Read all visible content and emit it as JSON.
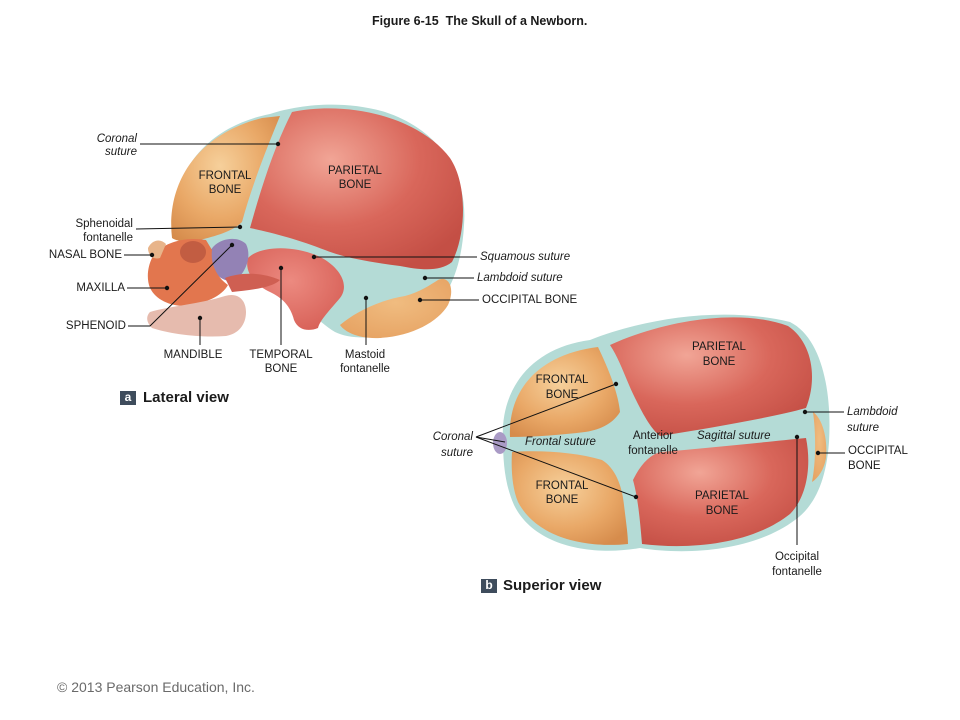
{
  "title": "Figure 6-15  The Skull of a Newborn.",
  "lateral": {
    "badge": "a",
    "caption": "Lateral view",
    "labels": {
      "coronal_suture": "Coronal\nsuture",
      "frontal_bone": "FRONTAL\nBONE",
      "parietal_bone": "PARIETAL\nBONE",
      "sphenoidal_fontanelle": "Sphenoidal\nfontanelle",
      "nasal_bone": "NASAL BONE",
      "maxilla": "MAXILLA",
      "sphenoid": "SPHENOID",
      "mandible": "MANDIBLE",
      "temporal_bone": "TEMPORAL\nBONE",
      "mastoid_fontanelle": "Mastoid\nfontanelle",
      "squamous_suture": "Squamous suture",
      "lambdoid_suture": "Lambdoid suture",
      "occipital_bone": "OCCIPITAL BONE"
    }
  },
  "superior": {
    "badge": "b",
    "caption": "Superior view",
    "labels": {
      "parietal_bone_top": "PARIETAL\nBONE",
      "frontal_bone_top": "FRONTAL\nBONE",
      "coronal_suture": "Coronal\nsuture",
      "frontal_suture": "Frontal suture",
      "anterior_fontanelle": "Anterior\nfontanelle",
      "sagittal_suture": "Sagittal suture",
      "frontal_bone_bottom": "FRONTAL\nBONE",
      "parietal_bone_bottom": "PARIETAL\nBONE",
      "lambdoid_suture": "Lambdoid\nsuture",
      "occipital_bone": "OCCIPITAL\nBONE",
      "occipital_fontanelle": "Occipital\nfontanelle"
    }
  },
  "copyright": "© 2013 Pearson Education, Inc.",
  "colors": {
    "frontal_bone": "#e9a867",
    "parietal_bone": "#d9675b",
    "fontanelle": "#b4dbd6",
    "occipital_bone": "#e6a262",
    "temporal_bone": "#d65e55",
    "sphenoid": "#9382b5",
    "maxilla": "#e2764e",
    "mandible": "#e6bbae",
    "badge": "#3e4c5c"
  }
}
